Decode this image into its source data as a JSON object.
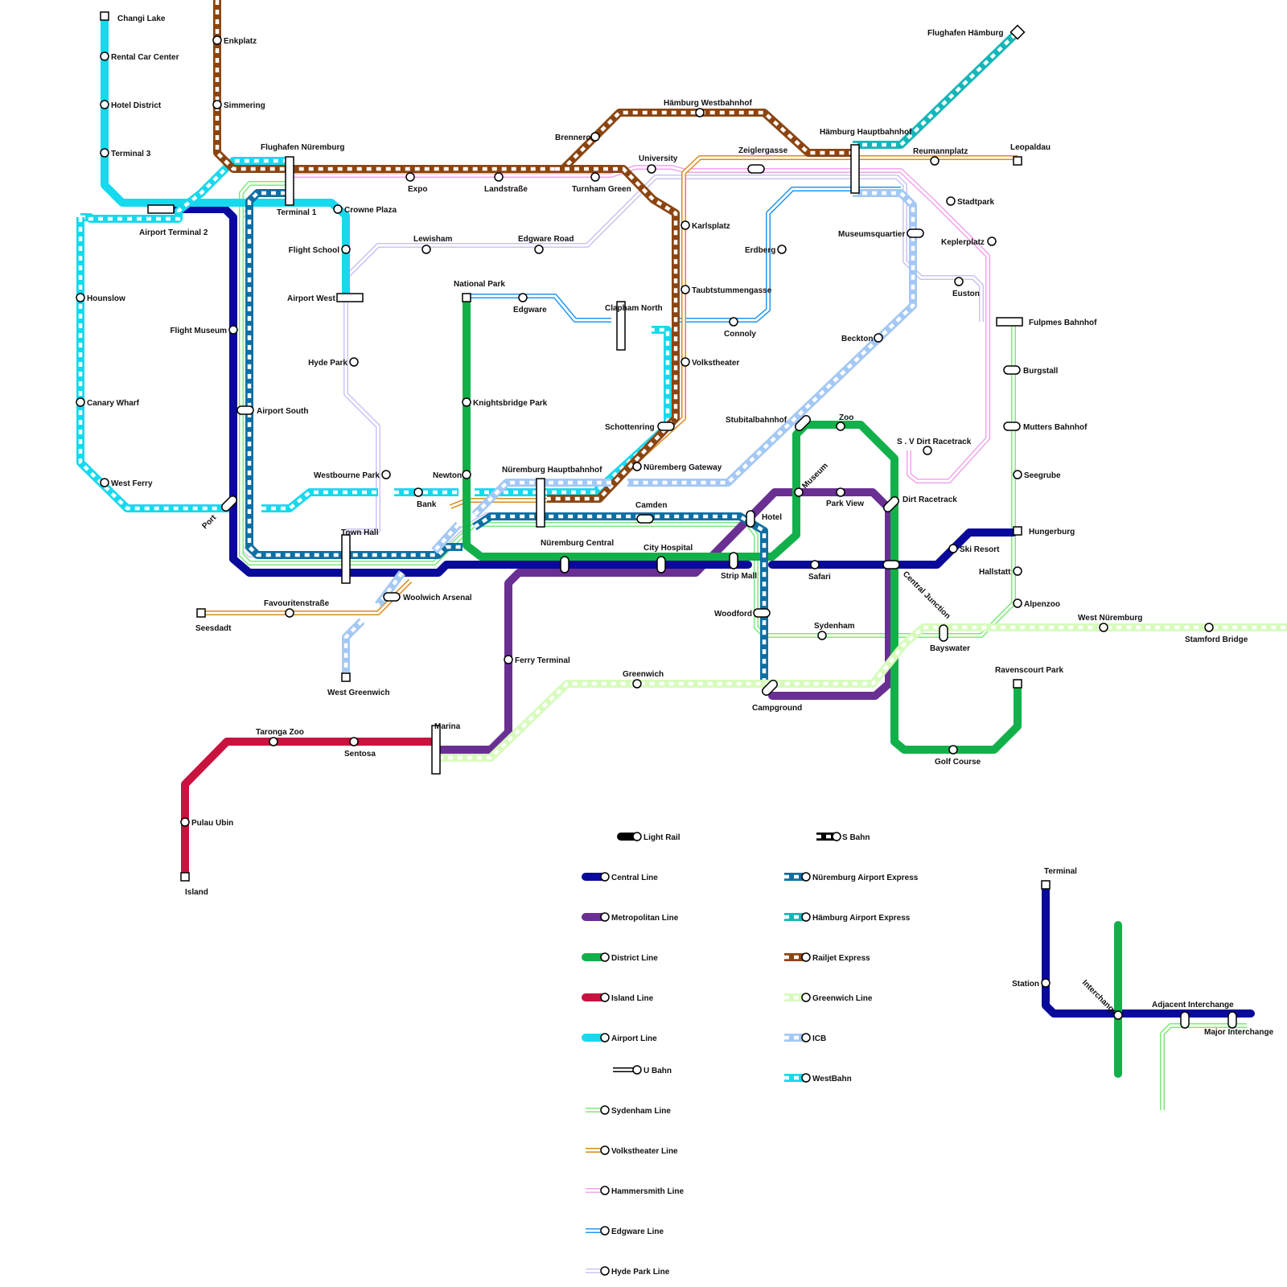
{
  "lines": [
    {
      "id": "central",
      "label": "Central Line",
      "color": "#0a0a9a",
      "style": "solid"
    },
    {
      "id": "metropolitan",
      "label": "Metropolitan Line",
      "color": "#6a2f92",
      "style": "solid"
    },
    {
      "id": "district",
      "label": "District Line",
      "color": "#12b04a",
      "style": "solid"
    },
    {
      "id": "island",
      "label": "Island Line",
      "color": "#c8133f",
      "style": "solid"
    },
    {
      "id": "airport",
      "label": "Airport Line",
      "color": "#16d9ee",
      "style": "solid"
    },
    {
      "id": "sydenham",
      "label": "Sydenham Line",
      "color": "#7ee87a",
      "style": "double"
    },
    {
      "id": "volkstheater",
      "label": "Volkstheater Line",
      "color": "#d98a1e",
      "style": "double"
    },
    {
      "id": "hammersmith",
      "label": "Hammersmith Line",
      "color": "#f2a4ec",
      "style": "double"
    },
    {
      "id": "edgware",
      "label": "Edgware Line",
      "color": "#2196f3",
      "style": "double"
    },
    {
      "id": "hydepark",
      "label": "Hyde Park Line",
      "color": "#c9c4f5",
      "style": "double"
    },
    {
      "id": "nurairport",
      "label": "Nüremburg Airport Express",
      "color": "#0f6fa2",
      "style": "dashed"
    },
    {
      "id": "hamairport",
      "label": "Hämburg Airport Express",
      "color": "#15b6b8",
      "style": "dashed"
    },
    {
      "id": "railjet",
      "label": "Railjet Express",
      "color": "#8b4512",
      "style": "dashed"
    },
    {
      "id": "greenwich",
      "label": "Greenwich Line",
      "color": "#d7fbbd",
      "style": "dashed"
    },
    {
      "id": "icb",
      "label": "ICB",
      "color": "#a4c8f4",
      "style": "dashed"
    },
    {
      "id": "westbahn",
      "label": "WestBahn",
      "color": "#16d9ee",
      "style": "dashed"
    }
  ],
  "stations": [
    {
      "name": "Changi Lake"
    },
    {
      "name": "Rental Car Center"
    },
    {
      "name": "Hotel District"
    },
    {
      "name": "Terminal 3"
    },
    {
      "name": "Airport Terminal 2"
    },
    {
      "name": "Hounslow"
    },
    {
      "name": "Canary Wharf"
    },
    {
      "name": "West Ferry"
    },
    {
      "name": "Port"
    },
    {
      "name": "Flight Museum"
    },
    {
      "name": "Airport South"
    },
    {
      "name": "Enkplatz"
    },
    {
      "name": "Simmering"
    },
    {
      "name": "Flughafen Nüremburg"
    },
    {
      "name": "Terminal 1"
    },
    {
      "name": "Crowne Plaza"
    },
    {
      "name": "Flight School"
    },
    {
      "name": "Airport West"
    },
    {
      "name": "Hyde Park"
    },
    {
      "name": "Westbourne Park"
    },
    {
      "name": "Town Hall"
    },
    {
      "name": "Bank"
    },
    {
      "name": "Lewisham"
    },
    {
      "name": "Edgware Road"
    },
    {
      "name": "Expo"
    },
    {
      "name": "Landstraße"
    },
    {
      "name": "Turnham Green"
    },
    {
      "name": "Brennero"
    },
    {
      "name": "Hämburg Westbahnhof"
    },
    {
      "name": "University"
    },
    {
      "name": "Zeiglergasse"
    },
    {
      "name": "Hämburg Hauptbahnhof"
    },
    {
      "name": "Flughafen Hämburg"
    },
    {
      "name": "Reumannplatz"
    },
    {
      "name": "Leopaldau"
    },
    {
      "name": "Stadtpark"
    },
    {
      "name": "Keplerplatz"
    },
    {
      "name": "Museumsquartier"
    },
    {
      "name": "Euston"
    },
    {
      "name": "Erdberg"
    },
    {
      "name": "Karlsplatz"
    },
    {
      "name": "Taubtstummengasse"
    },
    {
      "name": "Volkstheater"
    },
    {
      "name": "Connoly"
    },
    {
      "name": "Clapham North"
    },
    {
      "name": "National Park"
    },
    {
      "name": "Edgware"
    },
    {
      "name": "Knightsbridge Park"
    },
    {
      "name": "Newton"
    },
    {
      "name": "Schottenring"
    },
    {
      "name": "Nüremberg Gateway"
    },
    {
      "name": "Nüremburg Hauptbahnhof"
    },
    {
      "name": "Camden"
    },
    {
      "name": "Beckton"
    },
    {
      "name": "Fulpmes Bahnhof"
    },
    {
      "name": "Burgstall"
    },
    {
      "name": "Mutters Bahnhof"
    },
    {
      "name": "Seegrube"
    },
    {
      "name": "Hungerburg"
    },
    {
      "name": "Hallstatt"
    },
    {
      "name": "Alpenzoo"
    },
    {
      "name": "Ski Resort"
    },
    {
      "name": "S . V Dirt Racetrack"
    },
    {
      "name": "Stubitalbahnhof"
    },
    {
      "name": "Zoo"
    },
    {
      "name": "Museum"
    },
    {
      "name": "Park View"
    },
    {
      "name": "Dirt Racetrack"
    },
    {
      "name": "Hotel"
    },
    {
      "name": "Strip Mall"
    },
    {
      "name": "Safari"
    },
    {
      "name": "Central Junction"
    },
    {
      "name": "Nüremburg Central"
    },
    {
      "name": "City Hospital"
    },
    {
      "name": "Woolwich Arsenal"
    },
    {
      "name": "Favouritenstraße"
    },
    {
      "name": "Seesdadt"
    },
    {
      "name": "West Greenwich"
    },
    {
      "name": "Woodford"
    },
    {
      "name": "Sydenham"
    },
    {
      "name": "Bayswater"
    },
    {
      "name": "West Nüremburg"
    },
    {
      "name": "Stamford Bridge"
    },
    {
      "name": "Ferry Terminal"
    },
    {
      "name": "Greenwich"
    },
    {
      "name": "Campground"
    },
    {
      "name": "Ravenscourt Park"
    },
    {
      "name": "Golf Course"
    },
    {
      "name": "Taronga Zoo"
    },
    {
      "name": "Sentosa"
    },
    {
      "name": "Marina"
    },
    {
      "name": "Pulau Ubin"
    },
    {
      "name": "Island"
    }
  ],
  "legend": {
    "light_rail": "Light Rail",
    "u_bahn": "U Bahn",
    "s_bahn": "S Bahn",
    "terminal": "Terminal",
    "station": "Station",
    "interchange": "Interchange",
    "adjacent_interchange": "Adjacent Interchange",
    "major_interchange": "Major Interchange"
  }
}
